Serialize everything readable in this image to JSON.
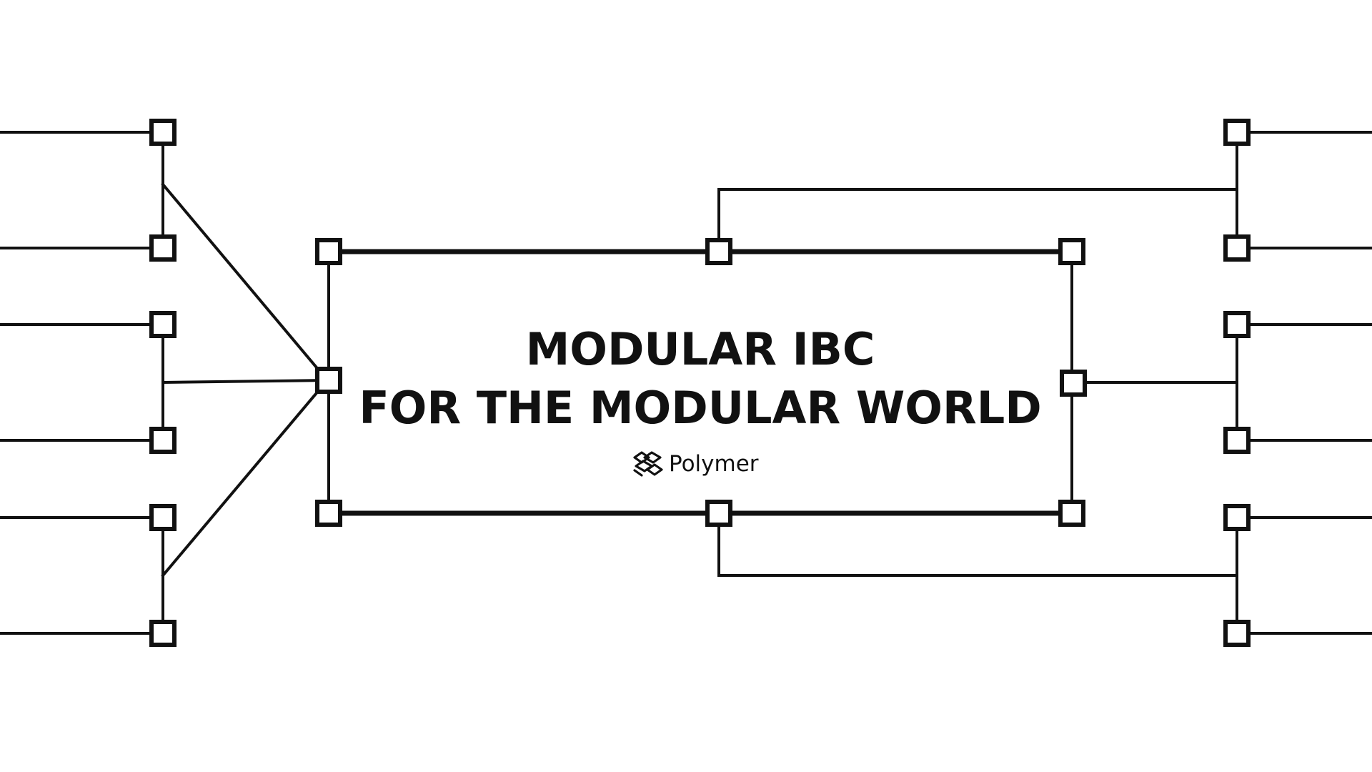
{
  "headline": {
    "line_1": "MODULAR IBC",
    "line_2": "FOR THE MODULAR WORLD"
  },
  "brand": {
    "name": "Polymer",
    "logo_icon": "polymer-logo-icon"
  },
  "colors": {
    "background": "#ffffff",
    "stroke": "#111111"
  }
}
